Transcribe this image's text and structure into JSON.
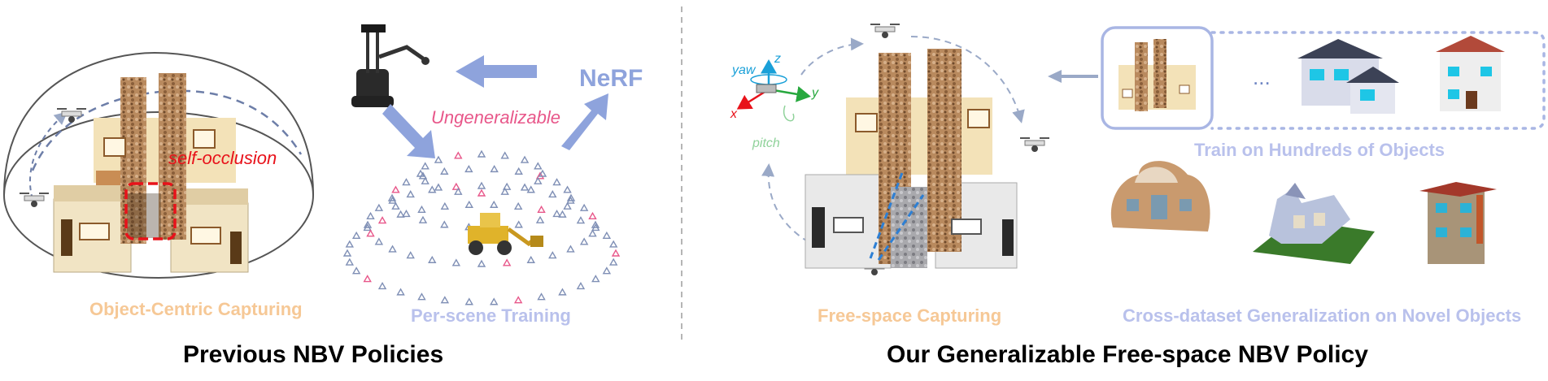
{
  "left_panel": {
    "self_occlusion": "self-occlusion",
    "ungeneralizable": "Ungeneralizable",
    "nerf": "NeRF",
    "caption_object_centric": "Object-Centric Capturing",
    "caption_per_scene": "Per-scene Training",
    "title": "Previous NBV Policies"
  },
  "right_panel": {
    "axes": {
      "yaw": "yaw",
      "z": "z",
      "y": "y",
      "x": "x",
      "pitch": "pitch"
    },
    "ellipsis": "...",
    "caption_train": "Train on Hundreds of Objects",
    "caption_free_space": "Free-space Capturing",
    "caption_cross_dataset": "Cross-dataset Generalization on Novel Objects",
    "title": "Our Generalizable Free-space NBV Policy"
  },
  "colors": {
    "orange_caption": "#f6c896",
    "purple_caption": "#b9c1ec",
    "arrow_blue": "#8ea3dc",
    "red": "#e8121a",
    "pink": "#e8578a"
  }
}
